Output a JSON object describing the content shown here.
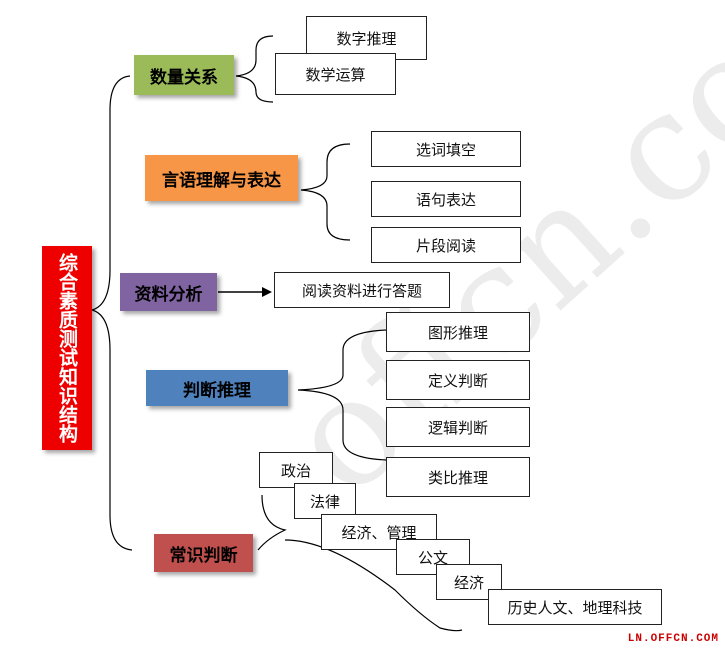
{
  "root": {
    "label": "综合素质测试知识结构"
  },
  "categories": [
    {
      "label": "数量关系",
      "color": "#9bbb59",
      "leaves": [
        "数字推理",
        "数学运算"
      ]
    },
    {
      "label": "言语理解与表达",
      "color": "#f79646",
      "leaves": [
        "选词填空",
        "语句表达",
        "片段阅读"
      ]
    },
    {
      "label": "资料分析",
      "color": "#8064a2",
      "leaves": [
        "阅读资料进行答题"
      ]
    },
    {
      "label": "判断推理",
      "color": "#4f81bd",
      "leaves": [
        "图形推理",
        "定义判断",
        "逻辑判断",
        "类比推理"
      ]
    },
    {
      "label": "常识判断",
      "color": "#c0504d",
      "leaves": [
        "政治",
        "法律",
        "经济、管理",
        "公文",
        "经济",
        "历史人文、地理科技"
      ]
    }
  ],
  "watermark": "offcn.com",
  "brand": "LN.OFFCN.COM"
}
